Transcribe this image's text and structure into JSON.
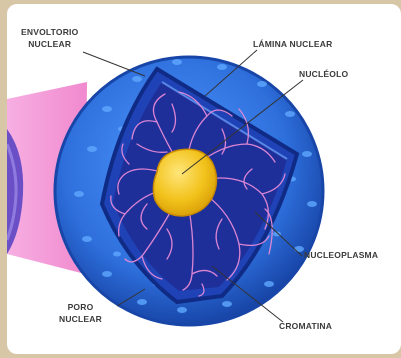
{
  "labels": {
    "envoltorio_line1": "ENVOLTORIO",
    "envoltorio_line2": "NUCLEAR",
    "lamina": "LÁMINA NUCLEAR",
    "nucleolo": "NUCLÉOLO",
    "nucleoplasma": "NUCLEOPLASMA",
    "poro_line1": "PORO",
    "poro_line2": "NUCLEAR",
    "cromatina": "CROMATINA"
  },
  "colors": {
    "outer_membrane": "#2e6fdc",
    "inner_membrane": "#1f43b6",
    "nucleoplasm": "#1f2f9a",
    "chromatin": "#e58ad6",
    "nucleolus": "#f2c21b",
    "cytoplasm": "#ef7cc9"
  }
}
